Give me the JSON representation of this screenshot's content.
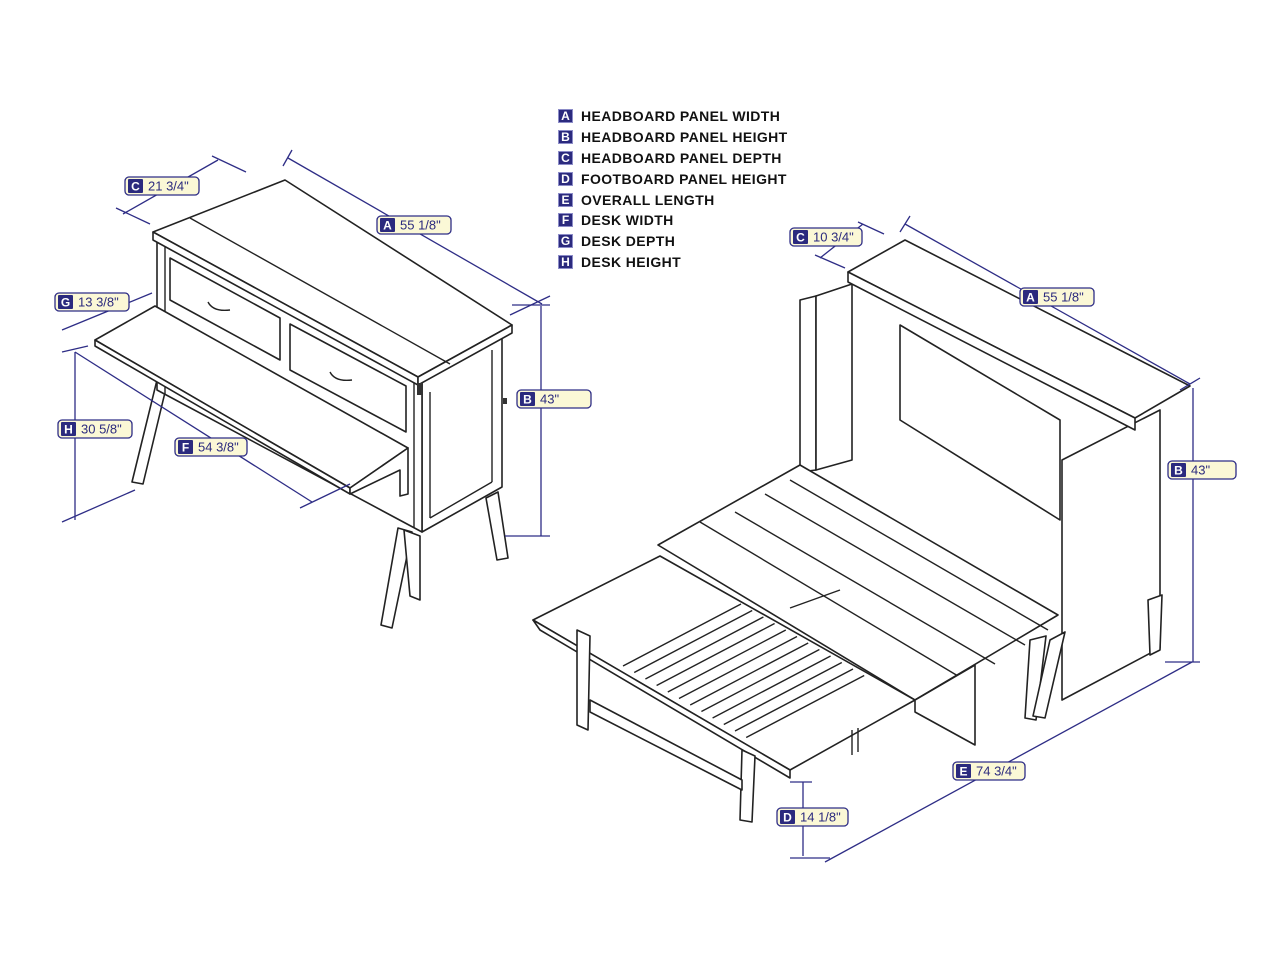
{
  "legend": [
    {
      "key": "A",
      "text": "HEADBOARD PANEL WIDTH"
    },
    {
      "key": "B",
      "text": "HEADBOARD PANEL HEIGHT"
    },
    {
      "key": "C",
      "text": "HEADBOARD PANEL DEPTH"
    },
    {
      "key": "D",
      "text": "FOOTBOARD PANEL HEIGHT"
    },
    {
      "key": "E",
      "text": "OVERALL LENGTH"
    },
    {
      "key": "F",
      "text": "DESK WIDTH"
    },
    {
      "key": "G",
      "text": "DESK DEPTH"
    },
    {
      "key": "H",
      "text": "DESK HEIGHT"
    }
  ],
  "cabinet_labels": {
    "c": {
      "key": "C",
      "value": "21 3/4\""
    },
    "a": {
      "key": "A",
      "value": "55 1/8\""
    },
    "g": {
      "key": "G",
      "value": "13 3/8\""
    },
    "b": {
      "key": "B",
      "value": "43\""
    },
    "h": {
      "key": "H",
      "value": "30 5/8\""
    },
    "f": {
      "key": "F",
      "value": "54 3/8\""
    }
  },
  "bed_labels": {
    "c": {
      "key": "C",
      "value": "10 3/4\""
    },
    "a": {
      "key": "A",
      "value": "55 1/8\""
    },
    "b": {
      "key": "B",
      "value": "43\""
    },
    "e": {
      "key": "E",
      "value": "74 3/4\""
    },
    "d": {
      "key": "D",
      "value": "14 1/8\""
    }
  },
  "colors": {
    "dimension": "#2e2d86",
    "label_fill": "#fbf8d6",
    "badge": "#2b2a7e"
  }
}
